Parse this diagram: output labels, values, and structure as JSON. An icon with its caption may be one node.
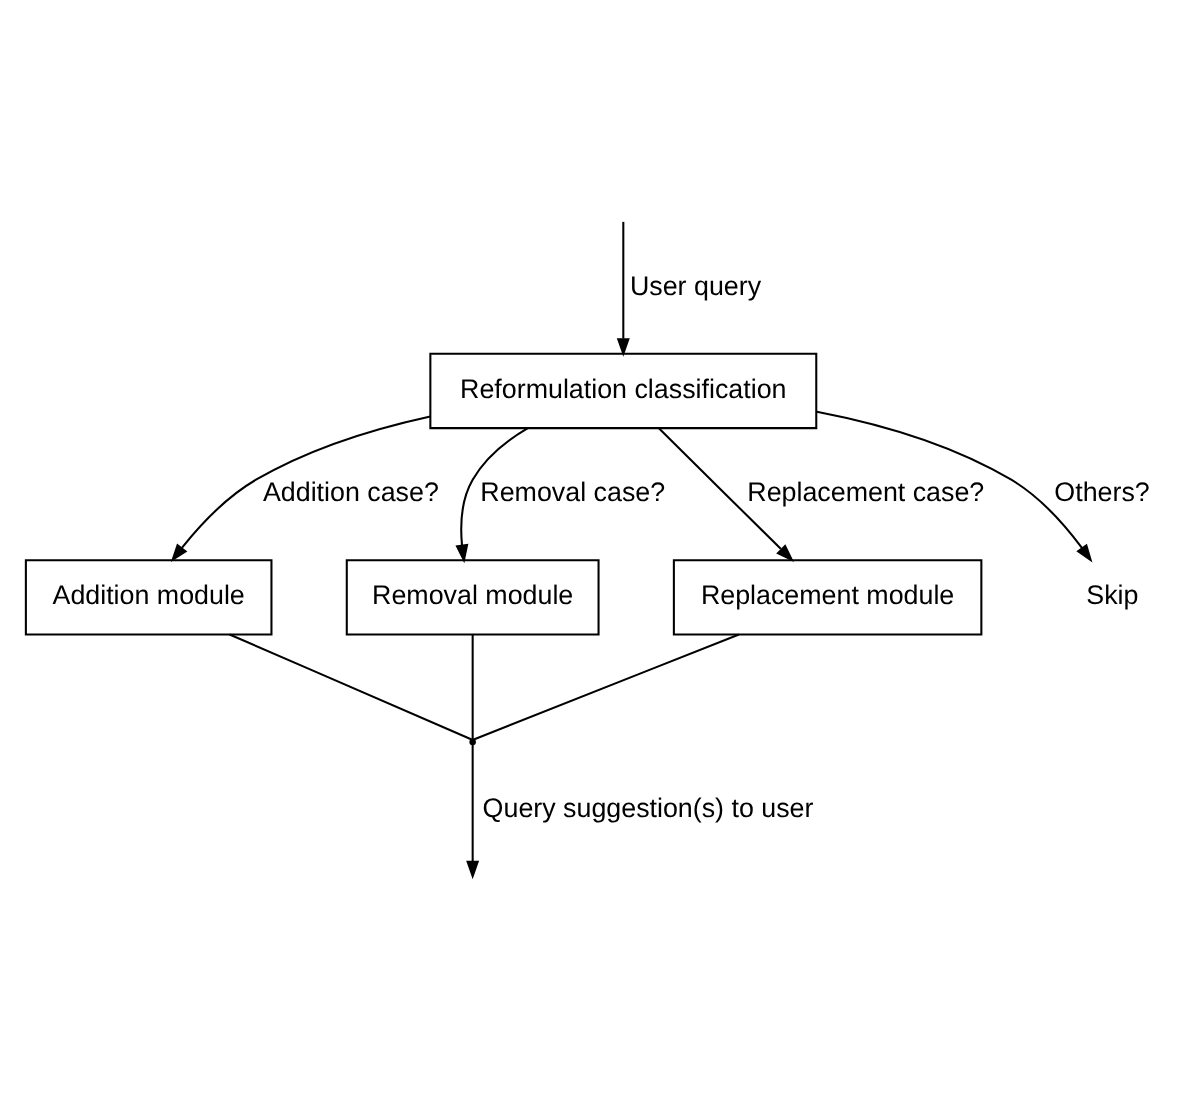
{
  "diagram": {
    "nodes": [
      {
        "text": [
          "Reformulation classification"
        ]
      },
      {
        "text": [
          "Addition module"
        ]
      },
      {
        "text": [
          "Removal module"
        ]
      },
      {
        "text": [
          "Replacement module"
        ]
      },
      {
        "text": [
          "Skip"
        ]
      },
      {
        "text": [],
        "shape": "point"
      }
    ],
    "edges": [
      {
        "from": null,
        "to": 0,
        "arrow": "to",
        "label": "User query"
      },
      {
        "from": 0,
        "to": 1,
        "arrow": "to",
        "label": "Addition case?"
      },
      {
        "from": 0,
        "to": 2,
        "arrow": "to",
        "label": "Removal case?"
      },
      {
        "from": 0,
        "to": 3,
        "arrow": "to",
        "label": "Replacement case?"
      },
      {
        "from": 0,
        "to": 4,
        "arrow": "to",
        "label": "Others?"
      },
      {
        "from": 1,
        "to": 5,
        "arrow": "none"
      },
      {
        "from": 2,
        "to": 5,
        "arrow": "none"
      },
      {
        "from": 3,
        "to": 5,
        "arrow": "none"
      },
      {
        "from": 5,
        "to": null,
        "arrow": "to",
        "label": "Query suggestion(s) to user"
      }
    ]
  }
}
